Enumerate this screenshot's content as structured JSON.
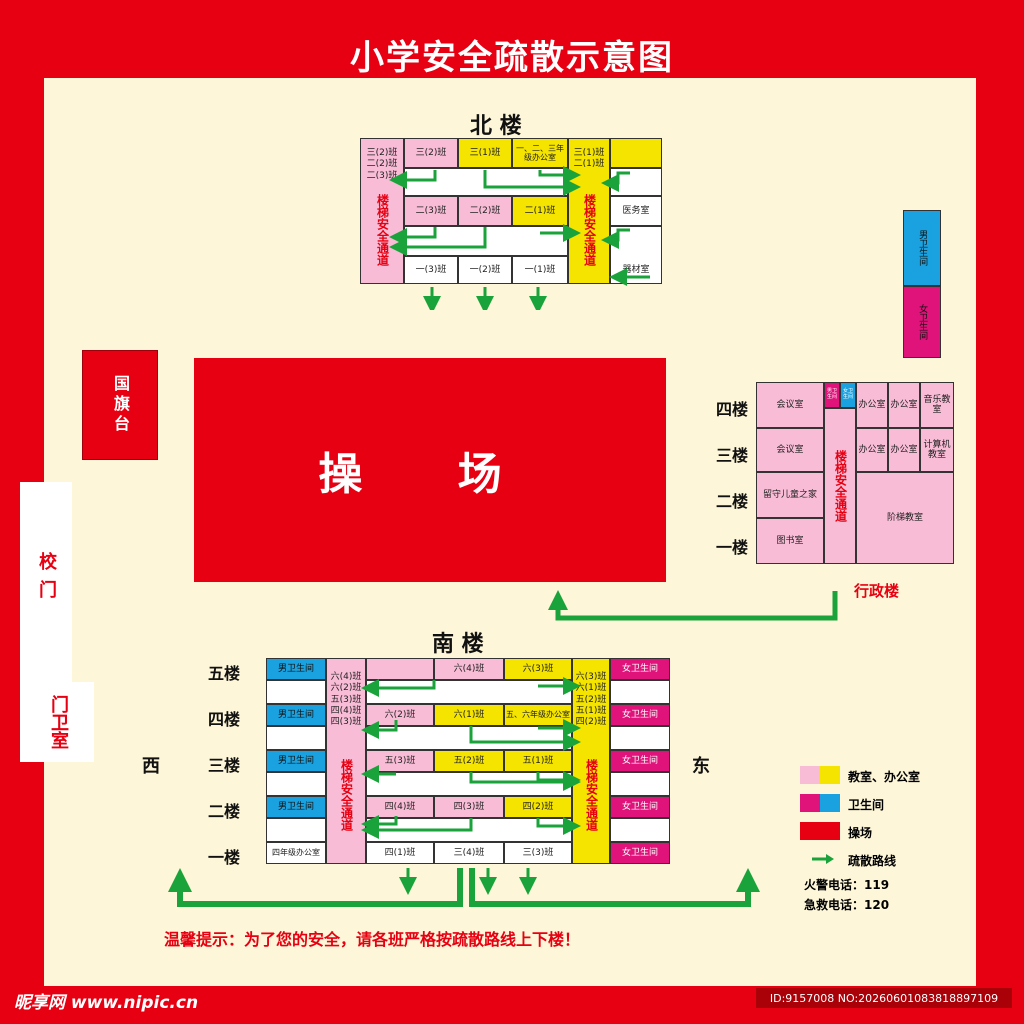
{
  "title": "小学安全疏散示意图",
  "north_building": {
    "label": "北 楼",
    "row1": [
      "三(2)班",
      "三(1)班",
      "一、二、三年级办公室",
      "三(1)班",
      ""
    ],
    "row2": [
      "二(3)班",
      "二(2)班",
      "二(1)班",
      "医务室"
    ],
    "row3": [
      "一(3)班",
      "一(2)班",
      "一(1)班",
      "器材室"
    ],
    "left_list": "三(2)班\n二(2)班\n二(3)班",
    "right_list": "三(1)班\n二(1)班",
    "stairs_left": "楼梯安全通道",
    "stairs_right": "楼梯安全通道"
  },
  "flag_platform": "国旗台",
  "playground": "操 场",
  "school_gate": "校门",
  "guard_room": "门卫室",
  "west": "西",
  "east": "东",
  "north_toilets": {
    "male": "男卫生间",
    "female": "女卫生间"
  },
  "admin_building": {
    "label": "行政楼",
    "floors": [
      "四楼",
      "三楼",
      "二楼",
      "一楼"
    ],
    "rooms": {
      "f4_left": "会议室",
      "f4_m1": "男卫生间",
      "f4_m2": "女卫生间",
      "f4_o1": "办公室",
      "f4_o2": "办公室",
      "f4_music": "音乐教室",
      "f3_left": "会议室",
      "f3_o1": "办公室",
      "f3_o2": "办公室",
      "f3_computer": "计算机教室",
      "f2_left": "留守儿童之家",
      "f1_left": "图书室",
      "lecture": "阶梯教室"
    },
    "stairs": "楼梯安全通道"
  },
  "south_building": {
    "label": "南 楼",
    "floors": [
      "五楼",
      "四楼",
      "三楼",
      "二楼",
      "一楼"
    ],
    "left_toilets": [
      "男卫生间",
      "男卫生间",
      "男卫生间",
      "男卫生间",
      "四年级办公室"
    ],
    "right_toilets": [
      "女卫生间",
      "女卫生间",
      "女卫生间",
      "女卫生间",
      "女卫生间"
    ],
    "f5": [
      "",
      "六(4)班",
      "六(3)班"
    ],
    "f4": [
      "六(2)班",
      "六(1)班",
      "五、六年级办公室"
    ],
    "f3": [
      "五(3)班",
      "五(2)班",
      "五(1)班"
    ],
    "f2": [
      "四(4)班",
      "四(3)班",
      "四(2)班"
    ],
    "f1": [
      "四(1)班",
      "三(4)班",
      "三(3)班"
    ],
    "left_list": "六(4)班\n六(2)班\n五(3)班\n四(4)班\n四(3)班",
    "right_list": "六(3)班\n六(1)班\n五(2)班\n五(1)班\n四(2)班",
    "stairs_left": "楼梯安全通道",
    "stairs_right": "楼梯安全通道"
  },
  "legend": {
    "classroom": "教室、办公室",
    "toilet": "卫生间",
    "playground": "操场",
    "route": "疏散路线",
    "fire": "火警电话：119",
    "ambulance": "急救电话：120"
  },
  "tip": "温馨提示：为了您的安全，请各班严格按疏散路线上下楼！",
  "watermark_left": "昵享网 www.nipic.cn",
  "watermark_right": "ID:9157008 NO:20260601083818897109"
}
